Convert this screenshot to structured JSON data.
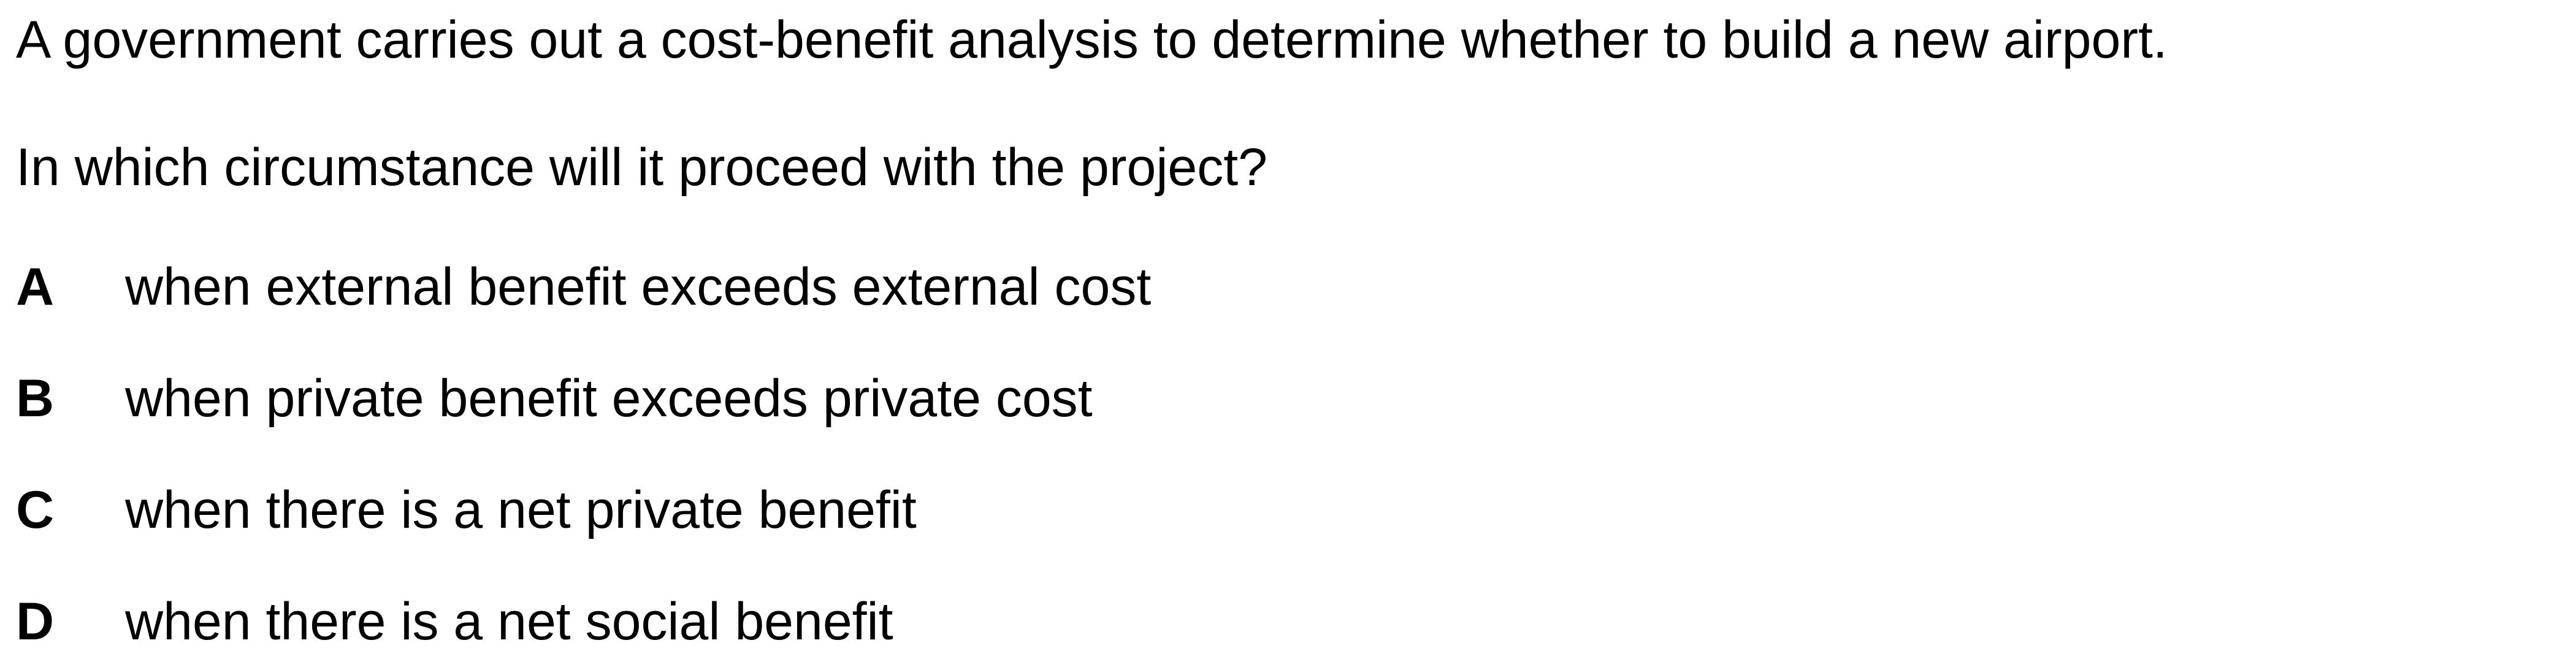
{
  "question": {
    "stem": "A government carries out a cost-benefit analysis to determine whether to build a new airport.",
    "prompt": "In which circumstance will it proceed with the project?"
  },
  "options": [
    {
      "letter": "A",
      "text": "when external benefit exceeds external cost"
    },
    {
      "letter": "B",
      "text": "when private benefit exceeds private cost"
    },
    {
      "letter": "C",
      "text": "when there is a net private benefit"
    },
    {
      "letter": "D",
      "text": "when there is a net social benefit"
    }
  ]
}
